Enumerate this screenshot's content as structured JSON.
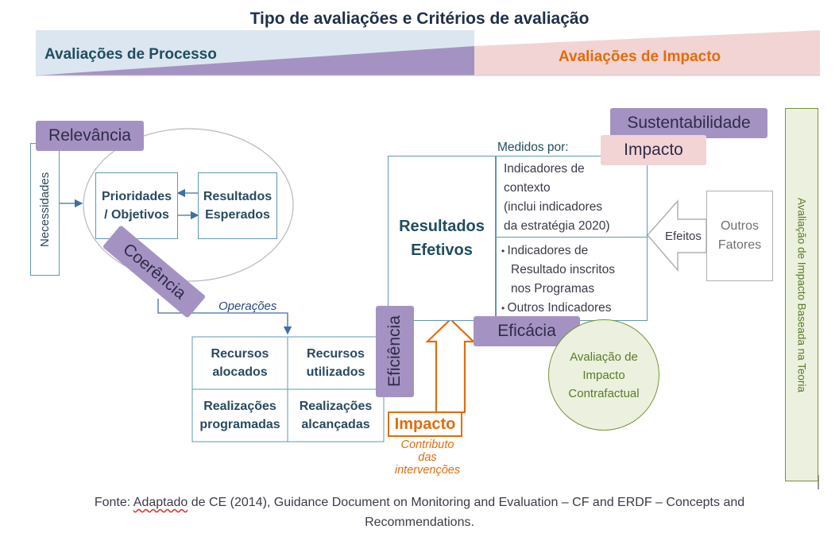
{
  "title": "Tipo de avaliações e Critérios de avaliação",
  "banner": {
    "process_label": "Avaliações de Processo",
    "impact_label": "Avaliações de Impacto"
  },
  "left": {
    "necessidades": "Necessidades",
    "relevancia": "Relevância",
    "prioridades": [
      "Prioridades",
      "/ Objetivos"
    ],
    "resultados_esperados": [
      "Resultados",
      "Esperados"
    ],
    "coerencia": "Coerência",
    "operacoes": "Operações"
  },
  "resources": {
    "recursos_alocados": [
      "Recursos",
      "alocados"
    ],
    "recursos_utilizados": [
      "Recursos",
      "utilizados"
    ],
    "realizacoes_programadas": [
      "Realizações",
      "programadas"
    ],
    "realizacoes_alcancadas": [
      "Realizações",
      "alcançadas"
    ]
  },
  "center": {
    "eficiencia": "Eficiência",
    "resultados_efetivos": [
      "Resultados",
      "Efetivos"
    ],
    "impacto_label": "Impacto",
    "contributo": [
      "Contributo",
      "das",
      "intervenções"
    ]
  },
  "right": {
    "medidos_por": "Medidos por:",
    "sustentabilidade": "Sustentabilidade",
    "impacto": "Impacto",
    "indicadores_contexto": [
      "Indicadores de",
      "contexto",
      "(inclui indicadores",
      "da estratégia 2020)"
    ],
    "indicadores_resultado": [
      "Indicadores de",
      "Resultado  inscritos",
      "nos Programas"
    ],
    "outros_indicadores": "Outros Indicadores",
    "eficacia": "Eficácia",
    "contrafactual": [
      "Avaliação de",
      "Impacto",
      "Contrafactual"
    ],
    "efeitos": "Efeitos",
    "outros_fatores": [
      "Outros",
      "Fatores"
    ],
    "teoria": "Avaliação de Impacto Baseada na Teoria"
  },
  "footer": {
    "prefix": "Fonte: ",
    "underlined": "Adaptado",
    "line1_rest": " de CE (2014), Guidance Document on Monitoring and Evaluation – CF and ERDF – Concepts and",
    "line2": "Recommendations."
  },
  "colors": {
    "process_bg": "#dce6f0",
    "process_wedge": "#a493c2",
    "impact_bg": "#f2d4d4",
    "impact_text": "#e36c0a",
    "tag": "#a493c2",
    "green_fill": "#ebf1de",
    "green_border": "#77933c"
  }
}
